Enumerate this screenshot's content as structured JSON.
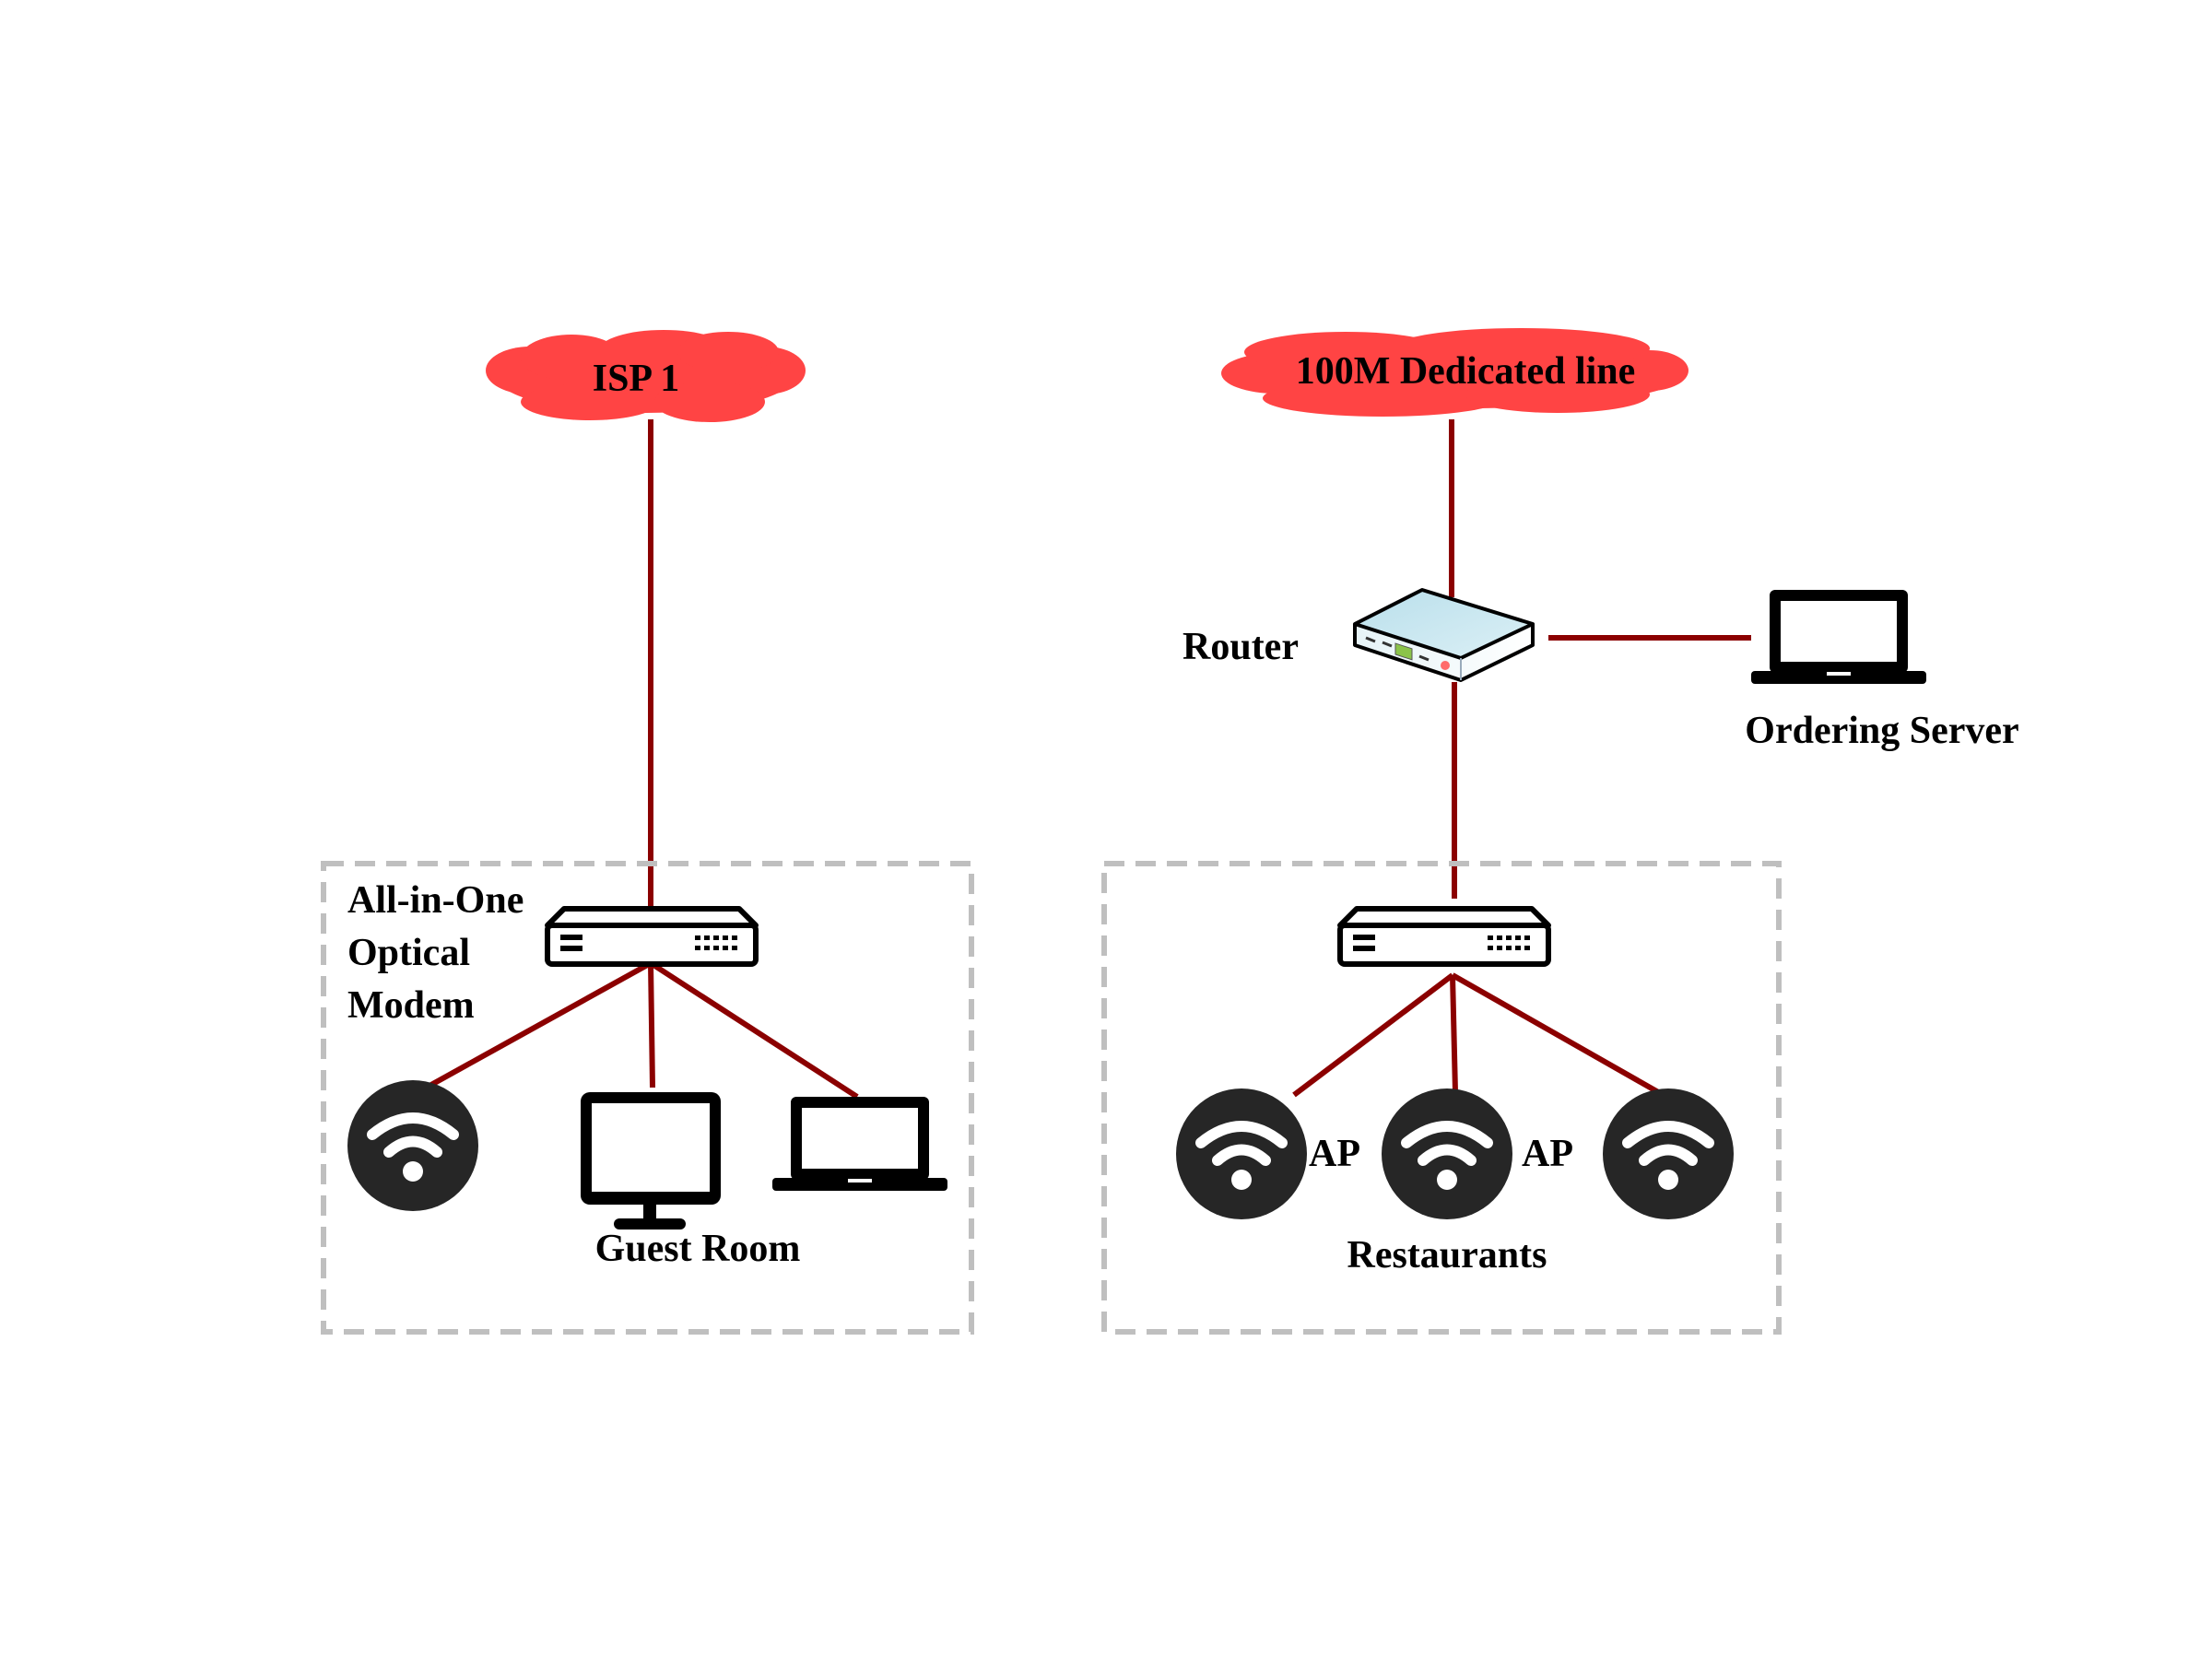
{
  "colors": {
    "cloud": "#ff4444",
    "link": "#8b0000",
    "box_border": "#bfbfbf",
    "icon_dark": "#262626",
    "router_top": "#cce8f0"
  },
  "clouds": {
    "isp1": {
      "label": "ISP 1"
    },
    "dedicated": {
      "label": "100M Dedicated line"
    }
  },
  "left_zone": {
    "name": "Guest Room",
    "device_label_lines": [
      "All-in-One",
      "Optical",
      "Modem"
    ],
    "devices": [
      "wireless-ap",
      "desktop-monitor",
      "laptop"
    ]
  },
  "right_zone": {
    "name": "Restaurants",
    "ap_labels": [
      "AP",
      "AP"
    ],
    "devices": [
      "wireless-ap",
      "wireless-ap",
      "wireless-ap"
    ]
  },
  "router": {
    "label": "Router"
  },
  "server": {
    "label": "Ordering Server"
  }
}
